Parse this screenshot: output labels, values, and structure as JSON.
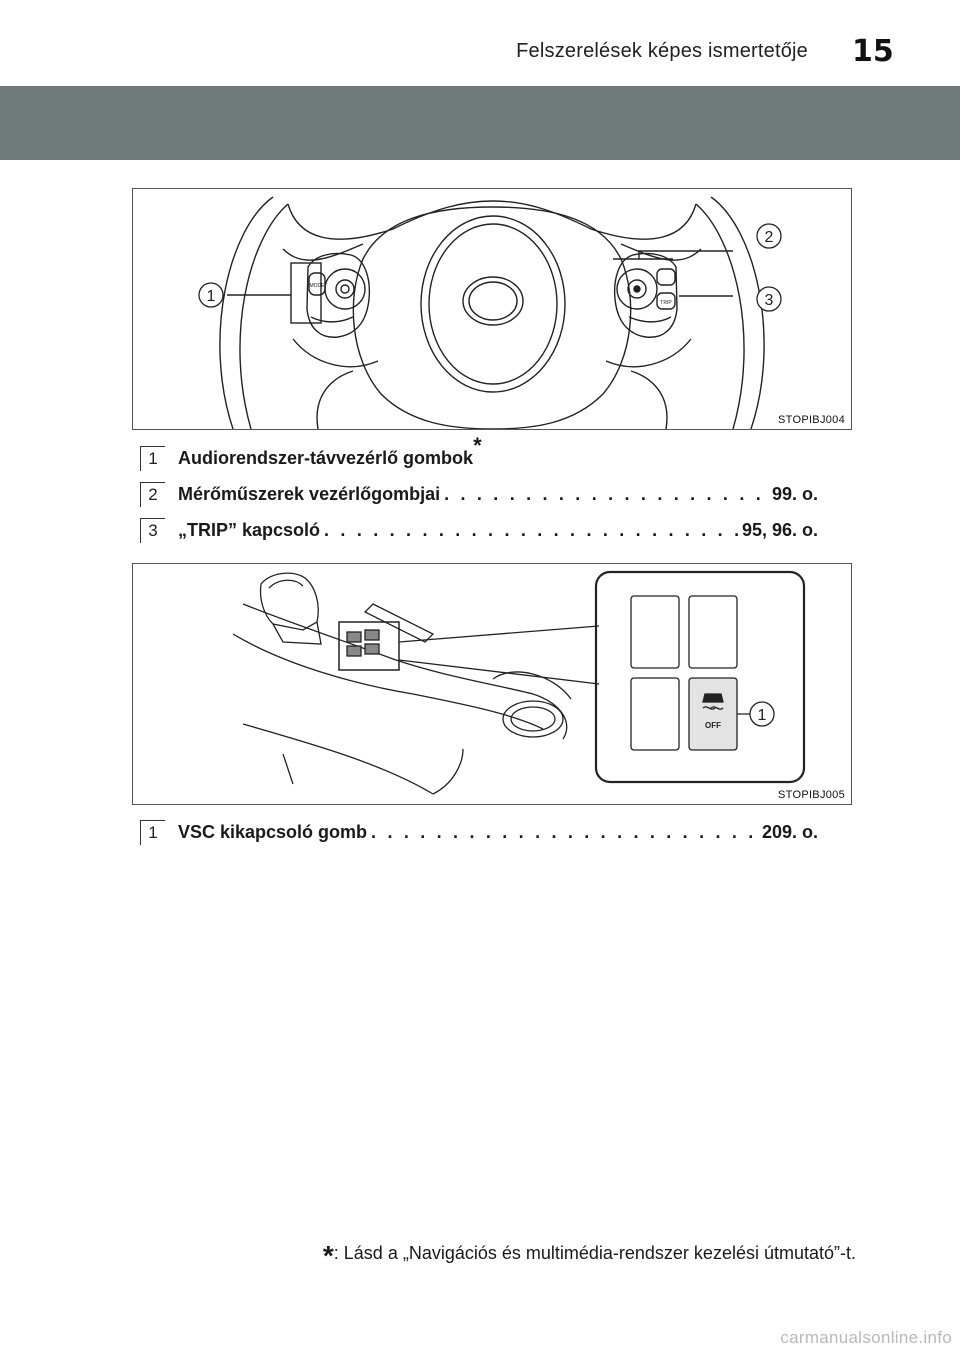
{
  "header": {
    "section_title": "Felszerelések képes ismertetője",
    "page_number": "15",
    "band_color": "#6f7b7b"
  },
  "figure1": {
    "code": "STOPIBJ004",
    "callouts": [
      "1",
      "2",
      "3"
    ],
    "button_texts": {
      "mode": "MODE",
      "trip": "TRIP"
    }
  },
  "list1": [
    {
      "num": "1",
      "label": "Audiorendszer-távvezérlő gombok",
      "asterisk": "*",
      "ref": ""
    },
    {
      "num": "2",
      "label": "Mérőműszerek vezérlőgombjai",
      "ref": "99. o."
    },
    {
      "num": "3",
      "label": "„TRIP” kapcsoló",
      "ref": "95, 96. o."
    }
  ],
  "figure2": {
    "code": "STOPIBJ005",
    "callouts": [
      "1"
    ],
    "switch_text": "OFF"
  },
  "list2": [
    {
      "num": "1",
      "label": "VSC kikapcsoló gomb",
      "ref": "209. o."
    }
  ],
  "footnote": {
    "star": "*",
    "text": ": Lásd a „Navigációs és multimédia-rendszer kezelési útmutató”-t."
  },
  "watermark": "carmanualsonline.info"
}
